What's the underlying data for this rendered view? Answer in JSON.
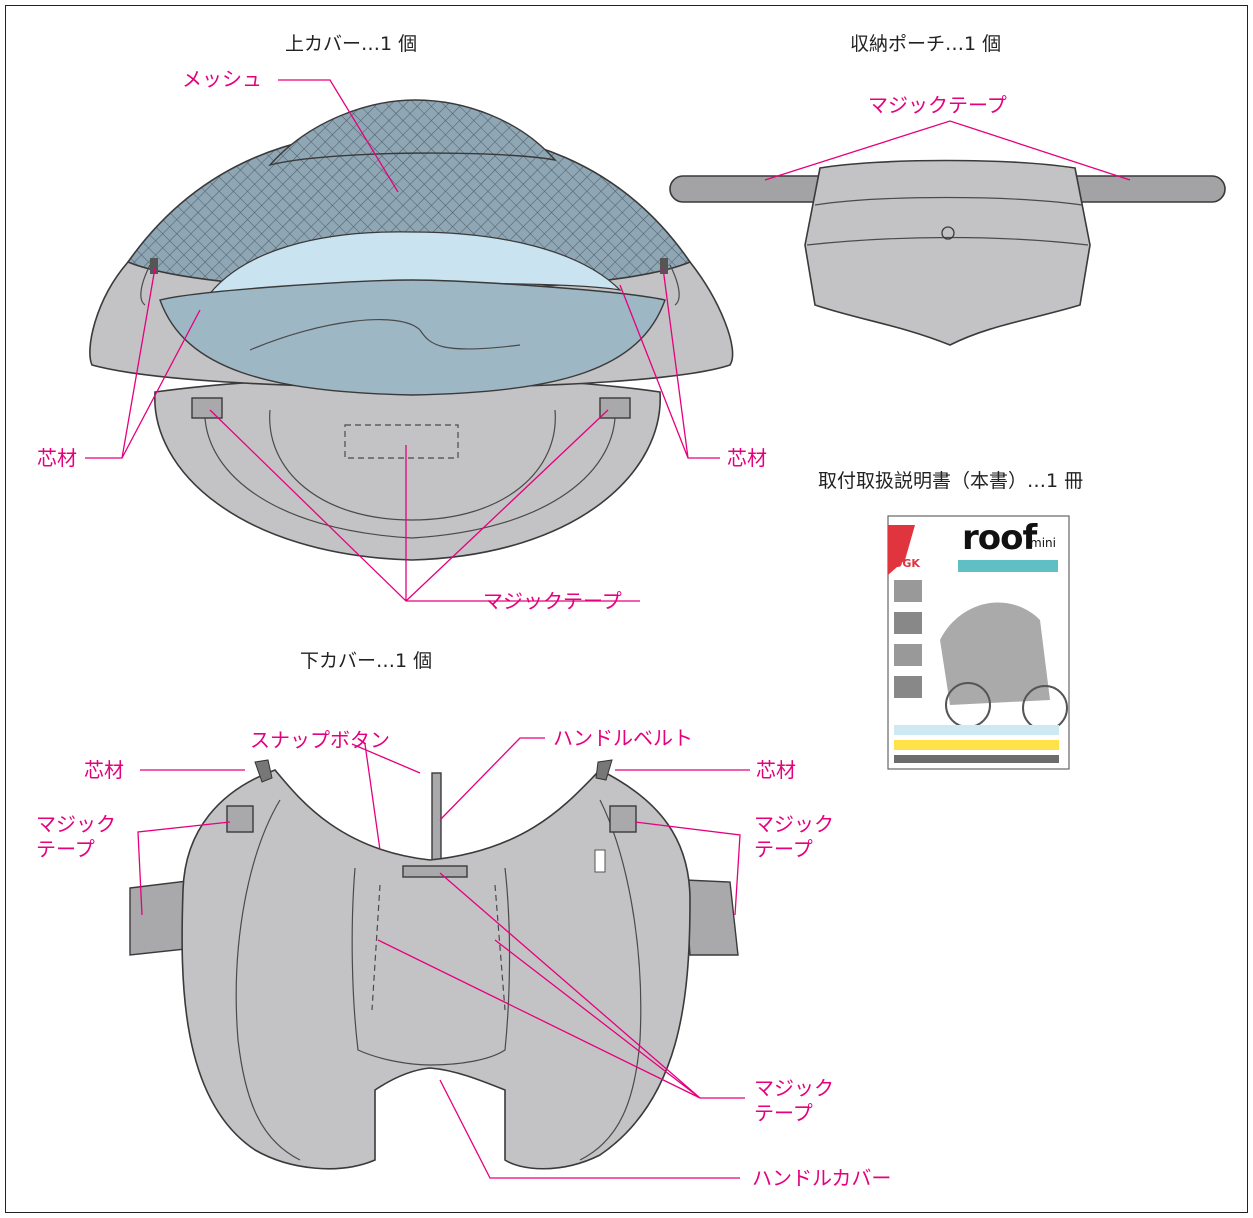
{
  "titles": {
    "top_cover": "上カバー…1 個",
    "pouch": "収納ポーチ…1 個",
    "manual": "取付取扱説明書（本書）…1 冊",
    "bottom_cover": "下カバー…1 個"
  },
  "labels": {
    "mesh": "メッシュ",
    "core_left": "芯材",
    "core_right": "芯材",
    "velcro_top": "マジックテープ",
    "velcro_pouch": "マジックテープ",
    "snap_button": "スナップボタン",
    "handle_belt": "ハンドルベルト",
    "core_bottom_left": "芯材",
    "core_bottom_right": "芯材",
    "velcro_bottom_left": "マジック\nテープ",
    "velcro_bottom_right": "マジック\nテープ",
    "velcro_bottom_center": "マジック\nテープ",
    "handle_cover": "ハンドルカバー"
  },
  "manual_cover": {
    "brand": "OGK",
    "product": "roof",
    "product_suffix": "mini"
  },
  "colors": {
    "label_magenta": "#e6007e",
    "fabric_gray": "#c3c3c5",
    "mesh_blue": "#8fa6b4",
    "lining_blue": "#c9e3f0"
  }
}
